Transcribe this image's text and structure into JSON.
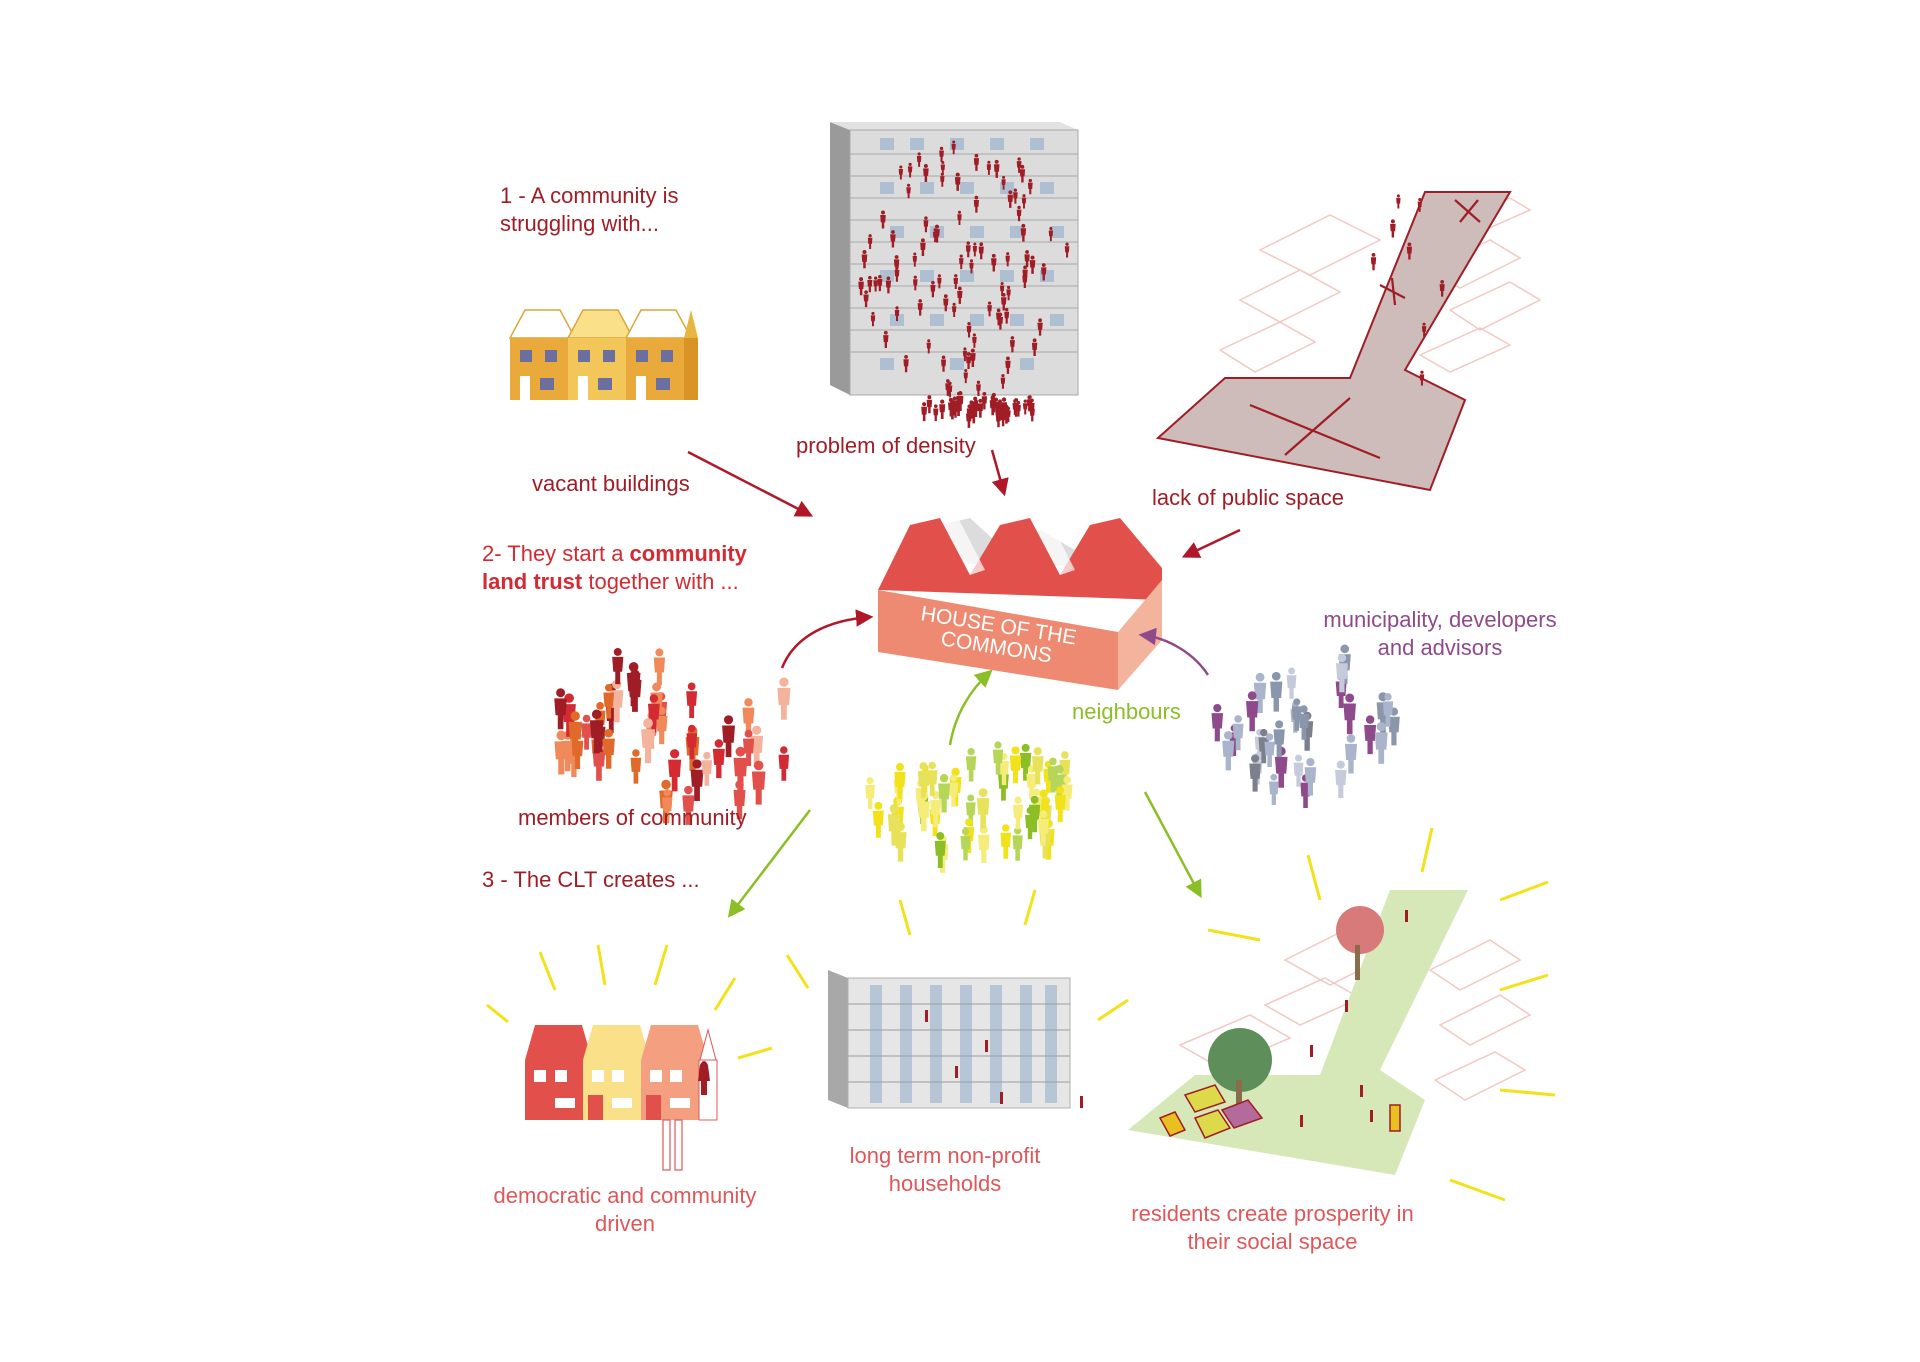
{
  "colors": {
    "text_red": "#a01d26",
    "text_pink": "#e0575a",
    "text_green": "#8cbf26",
    "text_purple": "#8e4a8a",
    "arrow_red": "#b0182a",
    "arrow_green": "#8cbf26",
    "arrow_purple": "#8e4a8a",
    "house_red": "#e2504b",
    "house_salmon": "#ef8a72",
    "ray_yellow": "#f2e21a"
  },
  "labels": {
    "step1_line1": "1 - A community is",
    "step1_line2": "struggling with...",
    "vacant_buildings": "vacant buildings",
    "problem_density": "problem of density",
    "lack_public_space": "lack of public space",
    "step2_pre": "2- They start a ",
    "step2_bold1": "community",
    "step2_bold2": "land trust",
    "step2_post": " together with ...",
    "house_line1": "HOUSE OF THE",
    "house_line2": "COMMONS",
    "municipality_line1": "municipality, developers",
    "municipality_line2": "and advisors",
    "neighbours": "neighbours",
    "members_community": "members of community",
    "step3": "3 - The CLT creates ...",
    "democratic_line1": "democratic and community",
    "democratic_line2": "driven",
    "longterm_line1": "long term non-profit",
    "longterm_line2": "households",
    "residents_line1": "residents create prosperity in",
    "residents_line2": "their social space"
  }
}
